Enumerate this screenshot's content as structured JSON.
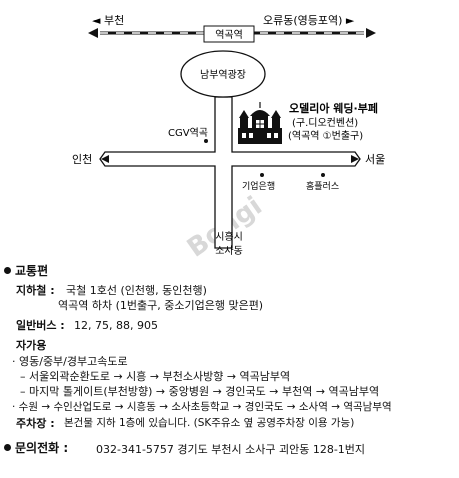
{
  "map": {
    "rail_left": "◄ 부천",
    "rail_station": "역곡역",
    "rail_right": "오류동(영등포역) ►",
    "plaza": "남부역광장",
    "cgv": "CGV역곡",
    "venue_line1": "오델리아 웨딩·부페",
    "venue_line2": "(구.디오컨벤션)",
    "venue_line3": "(역곡역 ①번출구)",
    "left_city": "인천",
    "right_city": "서울",
    "bank": "기업은행",
    "homeplus": "홈플러스",
    "south_line1": "시흥시",
    "south_line2": "소사동",
    "watermark": "Bongi"
  },
  "info": {
    "traffic_title": "교통편",
    "subway_label": "지하철 :",
    "subway_1": "국철 1호선 (인천행, 동인천행)",
    "subway_2": "역곡역 하차 (1번출구, 중소기업은행 맞은편)",
    "bus_label": "일반버스 :",
    "bus_value": "12, 75, 88, 905",
    "car_title": "자가용",
    "car_1": "· 영동/중부/경부고속도로",
    "car_2": "– 서울외곽순환도로 → 시흥 → 부천소사방향 → 역곡남부역",
    "car_3": "– 마지막 톨게이트(부천방향) → 중앙병원 → 경인국도 → 부천역 → 역곡남부역",
    "car_4": "· 수원 → 수인산업도로 → 시흥동 → 소사초등학교 → 경인국도 → 소사역 → 역곡남부역",
    "parking_label": "주차장 :",
    "parking_value": "본건물 지하 1층에 있습니다. (SK주유소 옆 공영주차장 이용 가능)",
    "contact_title": "문의전화 :",
    "contact_value": "032-341-5757 경기도 부천시 소사구 괴안동 128-1번지"
  }
}
